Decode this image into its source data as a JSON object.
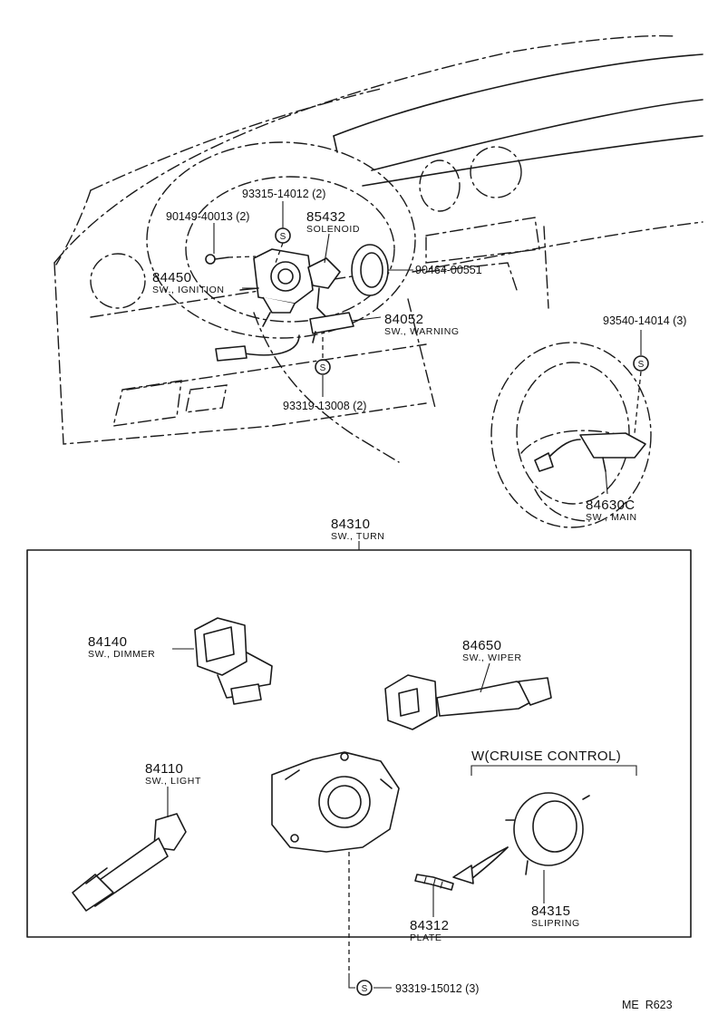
{
  "parts": {
    "p93315": "93315-14012 (2)",
    "p90149": "90149-40013 (2)",
    "p85432": {
      "num": "85432",
      "name": "SOLENOID"
    },
    "p84450": {
      "num": "84450",
      "name": "SW., IGNITION"
    },
    "p90464": "90464-00551",
    "p84052": {
      "num": "84052",
      "name": "SW., WARNING"
    },
    "p93319a": "93319-13008 (2)",
    "p93540": "93540-14014 (3)",
    "p84630": {
      "num": "84630C",
      "name": "SW., MAIN"
    },
    "p84310": {
      "num": "84310",
      "name": "SW., TURN"
    },
    "p84140": {
      "num": "84140",
      "name": "SW., DIMMER"
    },
    "p84650": {
      "num": "84650",
      "name": "SW., WIPER"
    },
    "p84110": {
      "num": "84110",
      "name": "SW., LIGHT"
    },
    "p84315": {
      "num": "84315",
      "name": "SLIPRING"
    },
    "p84312": {
      "num": "84312",
      "name": "PLATE"
    },
    "p93319b": "93319-15012 (3)"
  },
  "cruise_heading": "W(CRUISE CONTROL)",
  "screw_symbol": "S",
  "figure_code": "ME  R623"
}
